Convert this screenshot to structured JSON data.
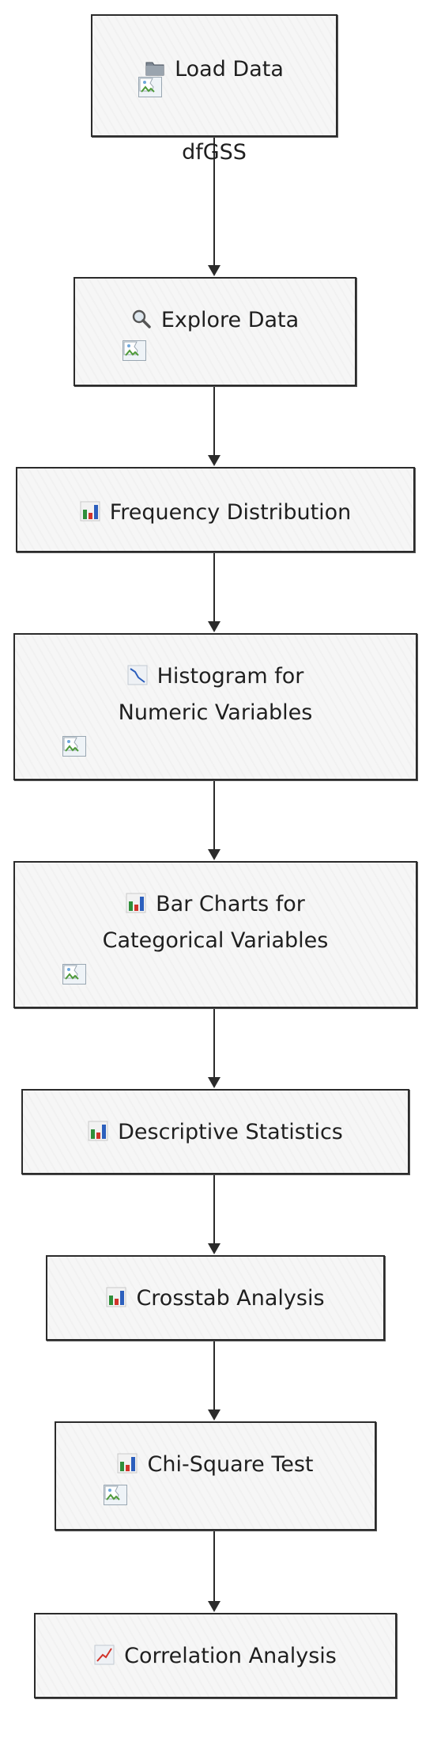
{
  "nodes": [
    {
      "id": "load",
      "icon": "folder-icon",
      "lines": [
        "Load Data"
      ],
      "broken_image": true,
      "extra_text": "dfGSS"
    },
    {
      "id": "explore",
      "icon": "magnifier-icon",
      "lines": [
        "Explore Data"
      ],
      "broken_image": true
    },
    {
      "id": "freq",
      "icon": "bar-chart-icon",
      "lines": [
        "Frequency Distribution"
      ],
      "broken_image": false
    },
    {
      "id": "hist",
      "icon": "line-chart-down-icon",
      "lines": [
        "Histogram for",
        "Numeric Variables"
      ],
      "broken_image": true
    },
    {
      "id": "bar",
      "icon": "bar-chart-icon",
      "lines": [
        "Bar Charts for",
        "Categorical Variables"
      ],
      "broken_image": true
    },
    {
      "id": "desc",
      "icon": "bar-chart-icon",
      "lines": [
        "Descriptive Statistics"
      ],
      "broken_image": false
    },
    {
      "id": "cross",
      "icon": "bar-chart-icon",
      "lines": [
        "Crosstab Analysis"
      ],
      "broken_image": false
    },
    {
      "id": "chi",
      "icon": "bar-chart-icon",
      "lines": [
        "Chi-Square Test"
      ],
      "broken_image": true
    },
    {
      "id": "corr",
      "icon": "line-chart-up-icon",
      "lines": [
        "Correlation Analysis"
      ],
      "broken_image": false
    }
  ],
  "edges": [
    {
      "from": "load",
      "to": "explore"
    },
    {
      "from": "explore",
      "to": "freq"
    },
    {
      "from": "freq",
      "to": "hist"
    },
    {
      "from": "hist",
      "to": "bar"
    },
    {
      "from": "bar",
      "to": "desc"
    },
    {
      "from": "desc",
      "to": "cross"
    },
    {
      "from": "cross",
      "to": "chi"
    },
    {
      "from": "chi",
      "to": "corr"
    }
  ],
  "colors": {
    "stroke": "#2b2b2b",
    "fill": "#f6f6f6",
    "text": "#1f1f1f"
  }
}
